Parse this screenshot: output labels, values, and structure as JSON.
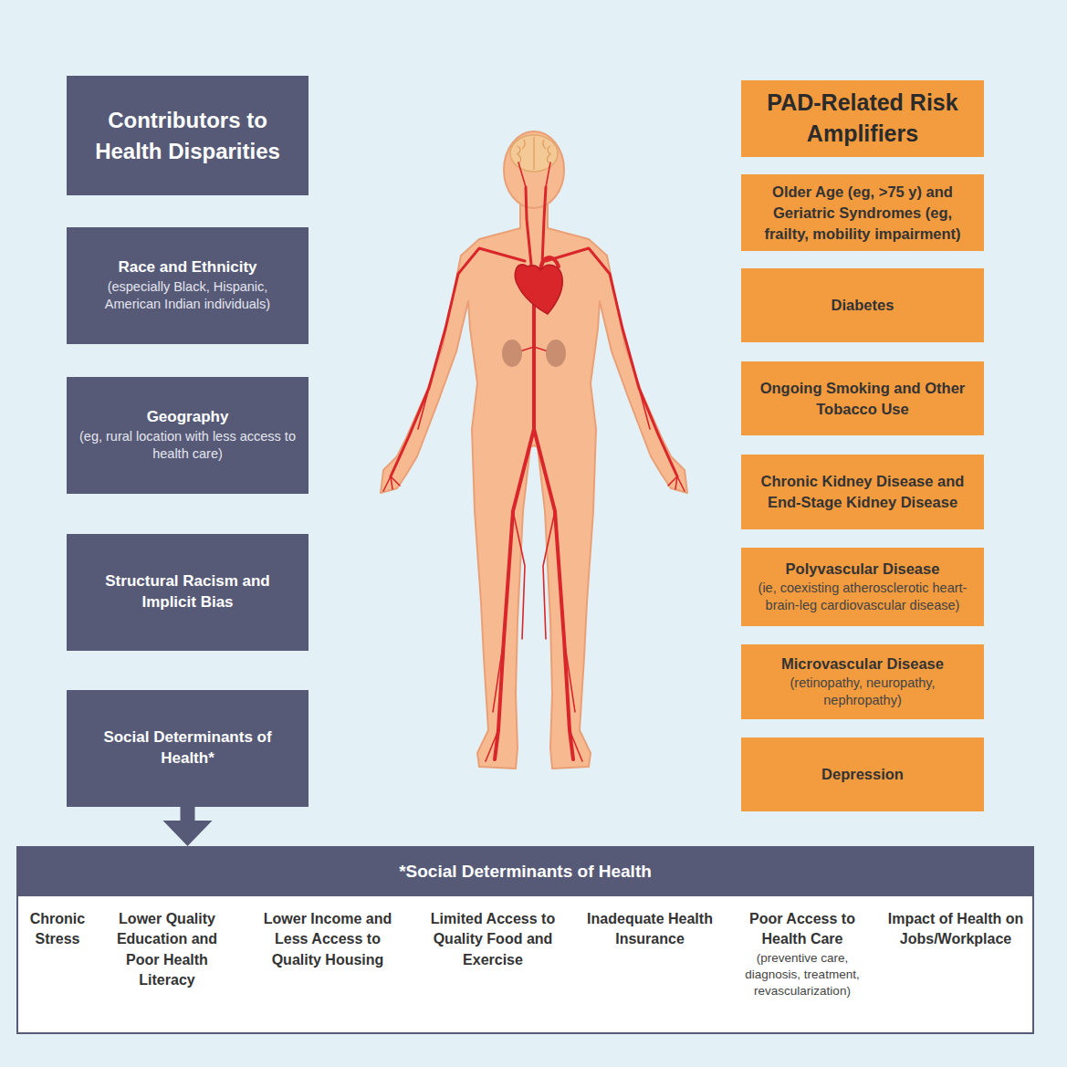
{
  "diagram": {
    "nodes": [
      {
        "text": [
          "Contributors to Health Disparities"
        ]
      },
      {
        "text": [
          "Race and Ethnicity",
          "(especially Black, Hispanic, American Indian individuals)"
        ]
      },
      {
        "text": [
          "Geography",
          "(eg, rural location with less access to health care)"
        ]
      },
      {
        "text": [
          "Structural Racism and Implicit Bias"
        ]
      },
      {
        "text": [
          "Social Determinants of Health*"
        ]
      },
      {
        "text": [
          "PAD-Related Risk Amplifiers"
        ]
      },
      {
        "text": [
          "Older Age (eg, >75 y) and Geriatric Syndromes (eg, frailty, mobility impairment)"
        ]
      },
      {
        "text": [
          "Diabetes"
        ]
      },
      {
        "text": [
          "Ongoing Smoking and Other Tobacco Use"
        ]
      },
      {
        "text": [
          "Chronic Kidney Disease and End-Stage Kidney Disease"
        ]
      },
      {
        "text": [
          "Polyvascular Disease",
          "(ie, coexisting atherosclerotic heart-brain-leg cardiovascular disease)"
        ]
      },
      {
        "text": [
          "Microvascular Disease",
          "(retinopathy, neuropathy, nephropathy)"
        ]
      },
      {
        "text": [
          "Depression"
        ]
      },
      {
        "text": [
          "*Social Determinants of Health",
          "Chronic Stress",
          "Lower Quality Education and Poor Health Literacy",
          "Lower Income and Less Access to Quality Housing",
          "Limited Access to Quality Food and Exercise",
          "Inadequate Health Insurance",
          "Poor Access to Health Care",
          "(preventive care, diagnosis, treatment, revascularization)",
          "Impact of Health on Jobs/Workplace"
        ]
      }
    ],
    "edges": [
      {
        "from": 4,
        "to": 13,
        "arrow": "to"
      }
    ]
  }
}
